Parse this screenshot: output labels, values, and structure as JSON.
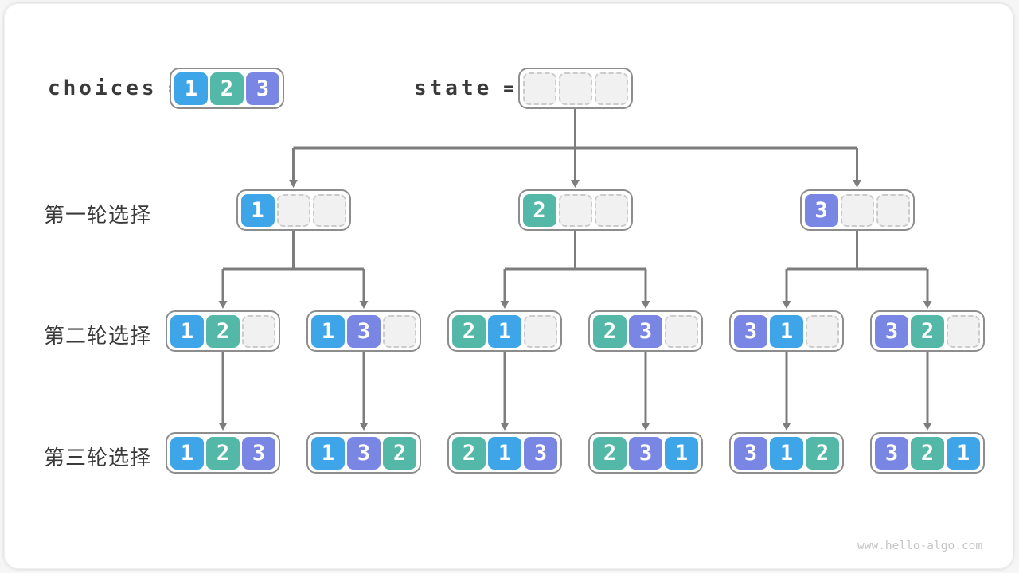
{
  "legend": {
    "choices": {
      "label": "choices",
      "equals": "=",
      "cells": [
        "1",
        "2",
        "3"
      ]
    },
    "state": {
      "label": "state",
      "equals": "=",
      "cells": [
        "",
        "",
        ""
      ]
    }
  },
  "rows": [
    {
      "label": "第一轮选择",
      "boxes": [
        [
          "1",
          "",
          ""
        ],
        [
          "2",
          "",
          ""
        ],
        [
          "3",
          "",
          ""
        ]
      ]
    },
    {
      "label": "第二轮选择",
      "boxes": [
        [
          "1",
          "2",
          ""
        ],
        [
          "1",
          "3",
          ""
        ],
        [
          "2",
          "1",
          ""
        ],
        [
          "2",
          "3",
          ""
        ],
        [
          "3",
          "1",
          ""
        ],
        [
          "3",
          "2",
          ""
        ]
      ]
    },
    {
      "label": "第三轮选择",
      "boxes": [
        [
          "1",
          "2",
          "3"
        ],
        [
          "1",
          "3",
          "2"
        ],
        [
          "2",
          "1",
          "3"
        ],
        [
          "2",
          "3",
          "1"
        ],
        [
          "3",
          "1",
          "2"
        ],
        [
          "3",
          "2",
          "1"
        ]
      ]
    }
  ],
  "colors": {
    "value_1": "#3ea6e8",
    "value_2": "#54b8a8",
    "value_3": "#7a86e4",
    "empty_fill": "#f1f1f1",
    "empty_border": "#cbcbcb",
    "box_border": "#8d8d8d",
    "connector": "#7d7d7d",
    "label_text": "#3a3a3a",
    "cell_text": "#ffffff",
    "watermark_text": "#c6c6c6"
  },
  "watermark": "www.hello-algo.com"
}
